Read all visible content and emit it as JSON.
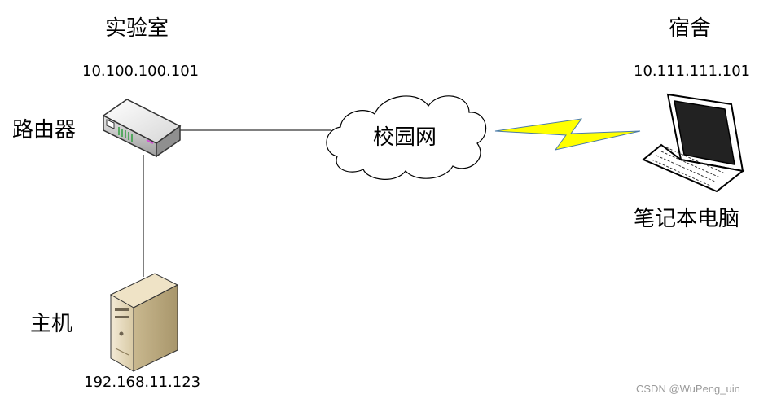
{
  "diagram": {
    "lab_title": "实验室",
    "dorm_title": "宿舍",
    "router_ip": "10.100.100.101",
    "router_label": "路由器",
    "laptop_ip": "10.111.111.101",
    "laptop_label": "笔记本电脑",
    "cloud_label": "校园网",
    "host_label": "主机",
    "host_ip": "192.168.11.123"
  },
  "watermark": "CSDN @WuPeng_uin",
  "colors": {
    "line": "#000000",
    "lightning": "#ffff00",
    "router_body": "#e8e8e8",
    "server_body": "#e8dcc0"
  }
}
